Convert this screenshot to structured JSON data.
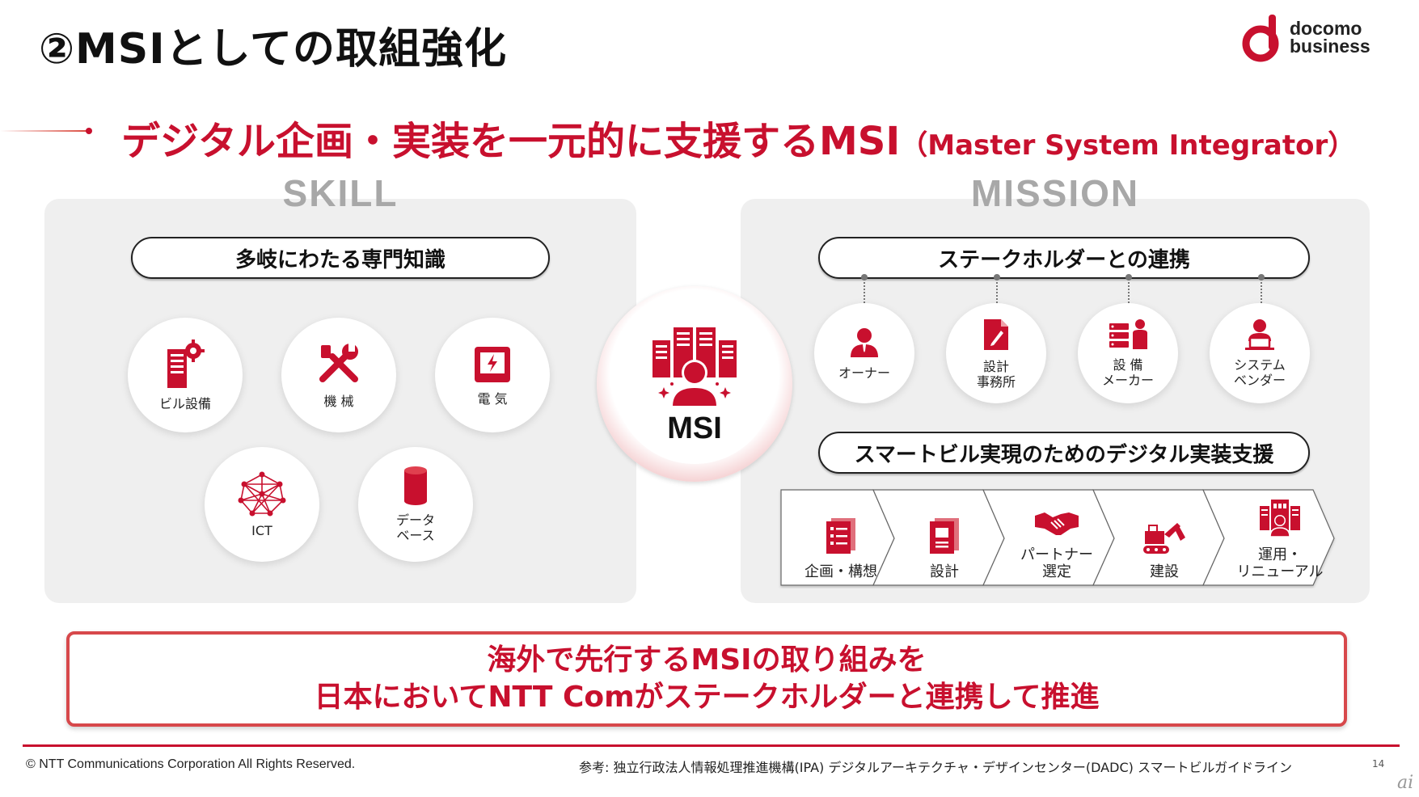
{
  "title": "②MSIとしての取組強化",
  "logo": {
    "line1": "docomo",
    "line2": "business",
    "brand_color": "#c8102e"
  },
  "subtitle": {
    "main": "デジタル企画・実装を一元的に支援するMSI",
    "paren": "（Master System Integrator）"
  },
  "skill": {
    "label": "SKILL",
    "pill": "多岐にわたる専門知識",
    "items": [
      {
        "label": "ビル設備",
        "icon": "building-gear-icon"
      },
      {
        "label": "機 械",
        "icon": "tools-icon"
      },
      {
        "label": "電 気",
        "icon": "electric-panel-icon"
      },
      {
        "label": "ICT",
        "icon": "network-icon"
      },
      {
        "label1": "データ",
        "label2": "ベース",
        "icon": "database-icon"
      }
    ]
  },
  "center": {
    "label": "MSI",
    "icon": "msi-buildings-person-icon"
  },
  "mission": {
    "label": "MISSION",
    "pill1": "ステークホルダーとの連携",
    "stakeholders": [
      {
        "label1": "オーナー",
        "label2": "",
        "icon": "owner-icon"
      },
      {
        "label1": "設計",
        "label2": "事務所",
        "icon": "design-office-icon"
      },
      {
        "label1": "設 備",
        "label2": "メーカー",
        "icon": "equipment-maker-icon"
      },
      {
        "label1": "システム",
        "label2": "ベンダー",
        "icon": "system-vendor-icon"
      }
    ],
    "pill2": "スマートビル実現のためのデジタル実装支援",
    "steps": [
      {
        "label1": "企画・構想",
        "label2": "",
        "icon": "checklist-icon"
      },
      {
        "label1": "設計",
        "label2": "",
        "icon": "document-icon"
      },
      {
        "label1": "パートナー",
        "label2": "選定",
        "icon": "handshake-icon"
      },
      {
        "label1": "建設",
        "label2": "",
        "icon": "excavator-icon"
      },
      {
        "label1": "運用・",
        "label2": "リニューアル",
        "icon": "operation-icon"
      }
    ]
  },
  "banner": {
    "line1": "海外で先行するMSIの取り組みを",
    "line2": "日本においてNTT Comがステークホルダーと連携して推進"
  },
  "footer": {
    "copyright": "© NTT Communications Corporation All Rights Reserved.",
    "reference": "参考: 独立行政法人情報処理推進機構(IPA) デジタルアーキテクチャ・デザインセンター(DADC) スマートビルガイドライン",
    "page": "14",
    "watermark": "ai"
  }
}
